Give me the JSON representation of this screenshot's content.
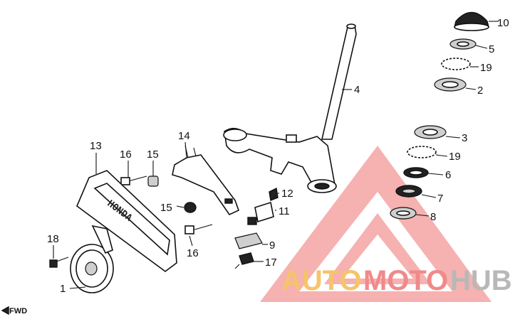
{
  "callouts": [
    {
      "id": "1",
      "label": "1"
    },
    {
      "id": "2",
      "label": "2"
    },
    {
      "id": "3",
      "label": "3"
    },
    {
      "id": "4",
      "label": "4"
    },
    {
      "id": "5",
      "label": "5"
    },
    {
      "id": "6",
      "label": "6"
    },
    {
      "id": "7",
      "label": "7"
    },
    {
      "id": "8",
      "label": "8"
    },
    {
      "id": "9",
      "label": "9"
    },
    {
      "id": "10",
      "label": "10"
    },
    {
      "id": "11",
      "label": "11"
    },
    {
      "id": "12",
      "label": "12"
    },
    {
      "id": "13",
      "label": "13"
    },
    {
      "id": "14",
      "label": "14"
    },
    {
      "id": "15a",
      "label": "15"
    },
    {
      "id": "15b",
      "label": "15"
    },
    {
      "id": "16a",
      "label": "16"
    },
    {
      "id": "16b",
      "label": "16"
    },
    {
      "id": "17",
      "label": "17"
    },
    {
      "id": "18",
      "label": "18"
    },
    {
      "id": "19a",
      "label": "19"
    },
    {
      "id": "19b",
      "label": "19"
    }
  ],
  "direction_marker": "FWD",
  "emblem_text": "HONDA",
  "watermark": {
    "part1": "AUTO",
    "part2": "MOTO",
    "part3": "HUB",
    "color1": "#f7c36b",
    "color2": "#f08a8a",
    "color3": "#b8b8b8"
  }
}
